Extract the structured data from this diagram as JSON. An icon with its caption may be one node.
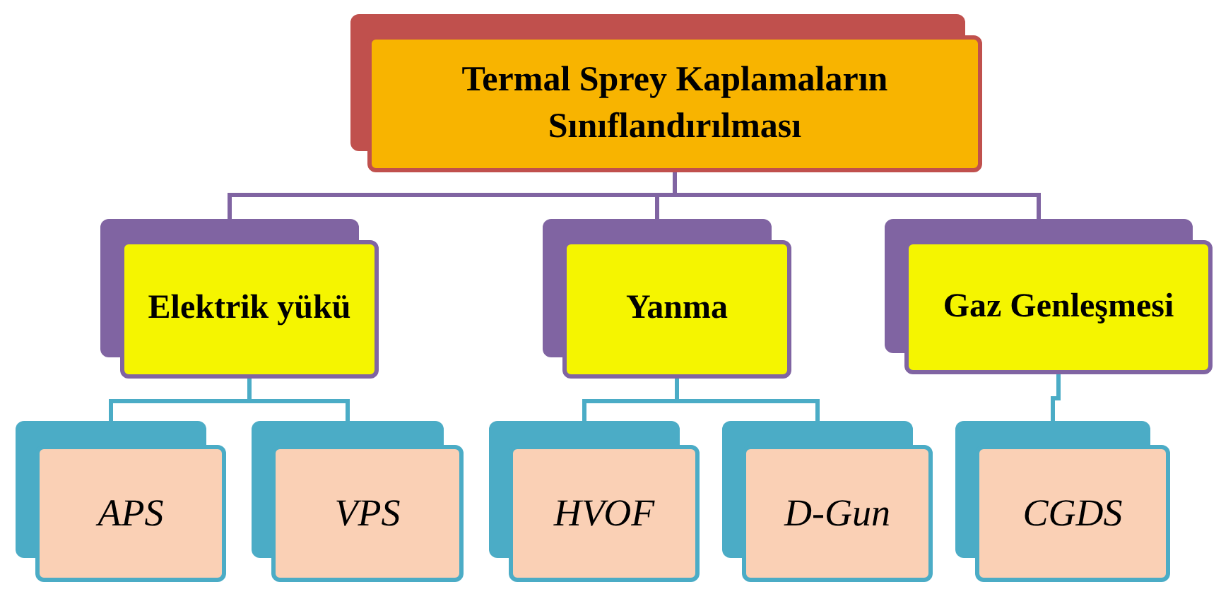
{
  "diagram": {
    "nodes": [
      {
        "text": [
          "Termal Sprey Kaplamaların Sınıflandırılması"
        ]
      },
      {
        "text": [
          "Elektrik yükü"
        ]
      },
      {
        "text": [
          "Yanma"
        ]
      },
      {
        "text": [
          "Gaz Genleşmesi"
        ]
      },
      {
        "text": [
          "APS"
        ]
      },
      {
        "text": [
          "VPS"
        ]
      },
      {
        "text": [
          "HVOF"
        ]
      },
      {
        "text": [
          "D-Gun"
        ]
      },
      {
        "text": [
          "CGDS"
        ]
      }
    ],
    "edges": [
      {
        "from": 0,
        "to": 1,
        "arrow": "none",
        "color": "#8064a2"
      },
      {
        "from": 0,
        "to": 2,
        "arrow": "none",
        "color": "#8064a2"
      },
      {
        "from": 0,
        "to": 3,
        "arrow": "none",
        "color": "#8064a2"
      },
      {
        "from": 1,
        "to": 4,
        "arrow": "none"
      },
      {
        "from": 1,
        "to": 5,
        "arrow": "none"
      },
      {
        "from": 2,
        "to": 6,
        "arrow": "none"
      },
      {
        "from": 2,
        "to": 7,
        "arrow": "none"
      },
      {
        "from": 3,
        "to": 8,
        "arrow": "none"
      }
    ]
  }
}
